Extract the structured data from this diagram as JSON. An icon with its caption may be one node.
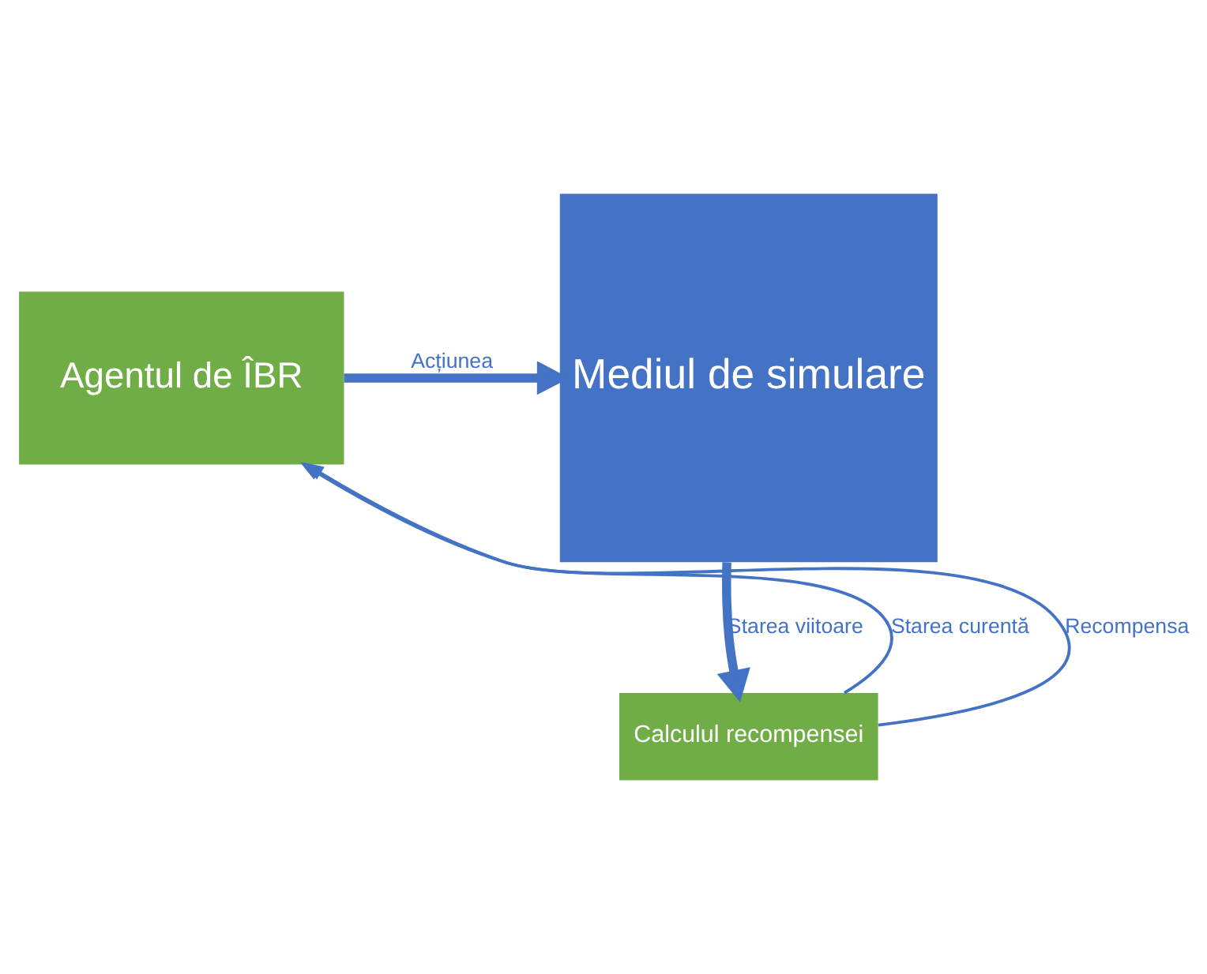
{
  "diagram": {
    "nodes": [
      {
        "text": [
          "Mediul de simulare"
        ]
      },
      {
        "text": [
          "Agentul de ÎBR"
        ]
      },
      {
        "text": [
          "Calculul recompensei"
        ]
      }
    ],
    "edges": [
      {
        "from": 1,
        "to": 0,
        "arrow": "to",
        "label": "Acțiunea",
        "style": "thick"
      },
      {
        "from": 0,
        "to": 2,
        "arrow": "to",
        "label": "Starea viitoare",
        "style": "thick"
      },
      {
        "from": 2,
        "to": 1,
        "arrow": "to",
        "label": "Starea curentă"
      },
      {
        "from": 2,
        "to": 1,
        "arrow": "to",
        "label": "Recompensa"
      }
    ]
  }
}
